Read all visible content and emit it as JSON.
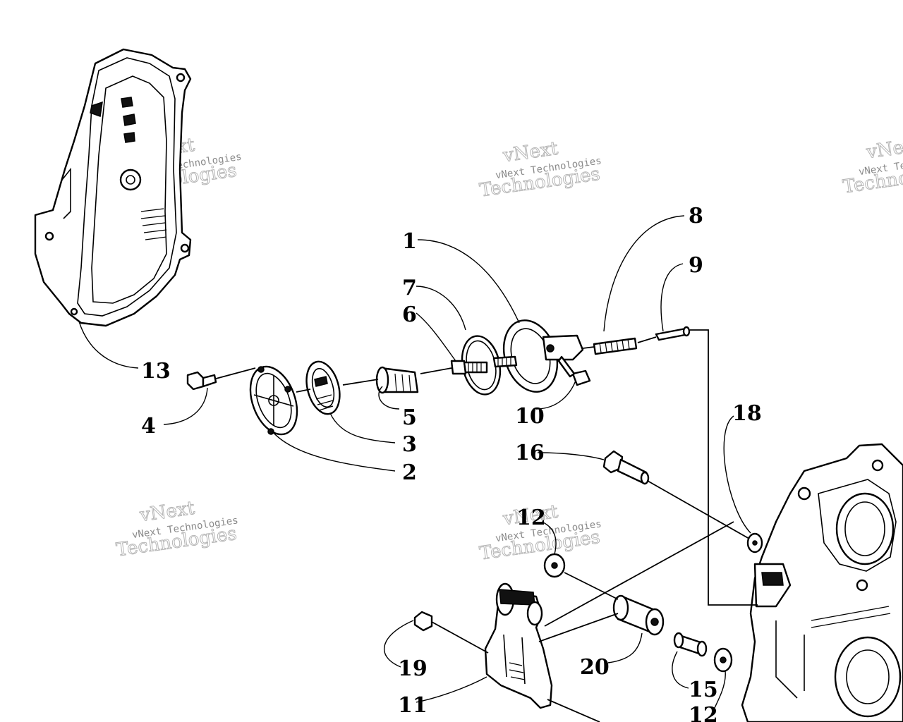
{
  "callouts": {
    "c1": "1",
    "c2": "2",
    "c3": "3",
    "c4": "4",
    "c5": "5",
    "c6": "6",
    "c7": "7",
    "c8": "8",
    "c9": "9",
    "c10": "10",
    "c11": "11",
    "c12a": "12",
    "c12b": "12",
    "c13": "13",
    "c15": "15",
    "c16": "16",
    "c18": "18",
    "c19": "19",
    "c20": "20"
  },
  "watermark": {
    "line1": "vNext Technologies",
    "line2": "vNext",
    "line3": "Technologies"
  }
}
